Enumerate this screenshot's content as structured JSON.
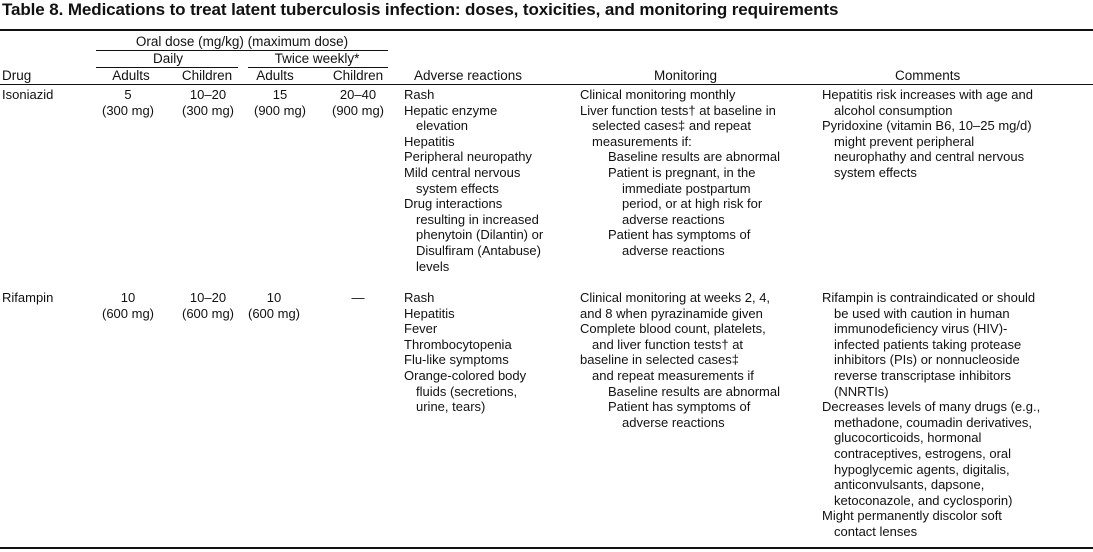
{
  "title": "Table 8. Medications to treat latent tuberculosis infection: doses, toxicities, and monitoring requirements",
  "header": {
    "oral_dose": "Oral dose (mg/kg) (maximum dose)",
    "daily": "Daily",
    "twice_weekly": "Twice weekly*",
    "drug": "Drug",
    "adults": "Adults",
    "children": "Children",
    "adverse_reactions": "Adverse reactions",
    "monitoring": "Monitoring",
    "comments": "Comments"
  },
  "rows": [
    {
      "drug": "Isoniazid",
      "daily_adults": [
        "5",
        "(300 mg)"
      ],
      "daily_children": [
        "10–20",
        "(300 mg)"
      ],
      "twice_adults": [
        "15",
        "(900 mg)"
      ],
      "twice_children": [
        "20–40",
        "(900 mg)"
      ],
      "adverse": [
        {
          "t": "Rash",
          "i": 0
        },
        {
          "t": "Hepatic enzyme",
          "i": 0
        },
        {
          "t": "elevation",
          "i": 1
        },
        {
          "t": "Hepatitis",
          "i": 0
        },
        {
          "t": "Peripheral neuropathy",
          "i": 0
        },
        {
          "t": "Mild central nervous",
          "i": 0
        },
        {
          "t": "system effects",
          "i": 1
        },
        {
          "t": "Drug interactions",
          "i": 0
        },
        {
          "t": "resulting in increased",
          "i": 1
        },
        {
          "t": "phenytoin (Dilantin) or",
          "i": 1
        },
        {
          "t": "Disulfiram (Antabuse)",
          "i": 1
        },
        {
          "t": "levels",
          "i": 1
        }
      ],
      "monitoring": [
        {
          "t": "Clinical monitoring monthly",
          "i": 0
        },
        {
          "t": "Liver function tests† at baseline in",
          "i": 0
        },
        {
          "t": "selected cases‡ and repeat",
          "i": 1
        },
        {
          "t": "measurements if:",
          "i": 1
        },
        {
          "t": "Baseline results are abnormal",
          "i": 2
        },
        {
          "t": "Patient is pregnant, in the",
          "i": 2
        },
        {
          "t": "immediate postpartum",
          "i": 3
        },
        {
          "t": "period, or at high risk for",
          "i": 3
        },
        {
          "t": "adverse reactions",
          "i": 3
        },
        {
          "t": "Patient has symptoms of",
          "i": 2
        },
        {
          "t": "adverse reactions",
          "i": 3
        }
      ],
      "comments": [
        {
          "t": "Hepatitis risk increases with age and",
          "i": 0
        },
        {
          "t": "alcohol consumption",
          "i": 1
        },
        {
          "t": "Pyridoxine (vitamin B6, 10–25 mg/d)",
          "i": 0
        },
        {
          "t": "might prevent peripheral",
          "i": 1
        },
        {
          "t": "neurophathy and central nervous",
          "i": 1
        },
        {
          "t": "system effects",
          "i": 1
        }
      ]
    },
    {
      "drug": "Rifampin",
      "daily_adults": [
        "10",
        "(600 mg)"
      ],
      "daily_children": [
        "10–20",
        "(600 mg)"
      ],
      "twice_adults": [
        "10",
        "(600 mg)"
      ],
      "twice_children": [
        "—"
      ],
      "adverse": [
        {
          "t": "Rash",
          "i": 0
        },
        {
          "t": "Hepatitis",
          "i": 0
        },
        {
          "t": "Fever",
          "i": 0
        },
        {
          "t": "Thrombocytopenia",
          "i": 0
        },
        {
          "t": "Flu-like symptoms",
          "i": 0
        },
        {
          "t": "Orange-colored body",
          "i": 0
        },
        {
          "t": "fluids (secretions,",
          "i": 1
        },
        {
          "t": "urine, tears)",
          "i": 1
        }
      ],
      "monitoring": [
        {
          "t": "Clinical monitoring at weeks 2, 4,",
          "i": 0
        },
        {
          "t": "and 8 when pyrazinamide given",
          "i": 0
        },
        {
          "t": "Complete blood count, platelets,",
          "i": 0
        },
        {
          "t": "and liver function tests† at",
          "i": 1
        },
        {
          "t": "baseline in selected cases‡",
          "i": 0
        },
        {
          "t": "and repeat measurements if",
          "i": 1
        },
        {
          "t": "Baseline results are abnormal",
          "i": 2
        },
        {
          "t": "Patient has symptoms of",
          "i": 2
        },
        {
          "t": "adverse reactions",
          "i": 3
        }
      ],
      "comments": [
        {
          "t": "Rifampin is contraindicated or should",
          "i": 0
        },
        {
          "t": "be used with caution in human",
          "i": 1
        },
        {
          "t": "immunodeficiency virus (HIV)-",
          "i": 1
        },
        {
          "t": "infected patients taking protease",
          "i": 1
        },
        {
          "t": "inhibitors (PIs) or nonnucleoside",
          "i": 1
        },
        {
          "t": "reverse transcriptase inhibitors",
          "i": 1
        },
        {
          "t": "(NNRTIs)",
          "i": 1
        },
        {
          "t": "Decreases levels of many drugs (e.g.,",
          "i": 0
        },
        {
          "t": "methadone, coumadin derivatives,",
          "i": 1
        },
        {
          "t": "glucocorticoids, hormonal",
          "i": 1
        },
        {
          "t": "contraceptives, estrogens, oral",
          "i": 1
        },
        {
          "t": "hypoglycemic agents, digitalis,",
          "i": 1
        },
        {
          "t": "anticonvulsants, dapsone,",
          "i": 1
        },
        {
          "t": "ketoconazole, and cyclosporin)",
          "i": 1
        },
        {
          "t": "Might permanently discolor soft",
          "i": 0
        },
        {
          "t": "contact lenses",
          "i": 1
        }
      ]
    }
  ]
}
